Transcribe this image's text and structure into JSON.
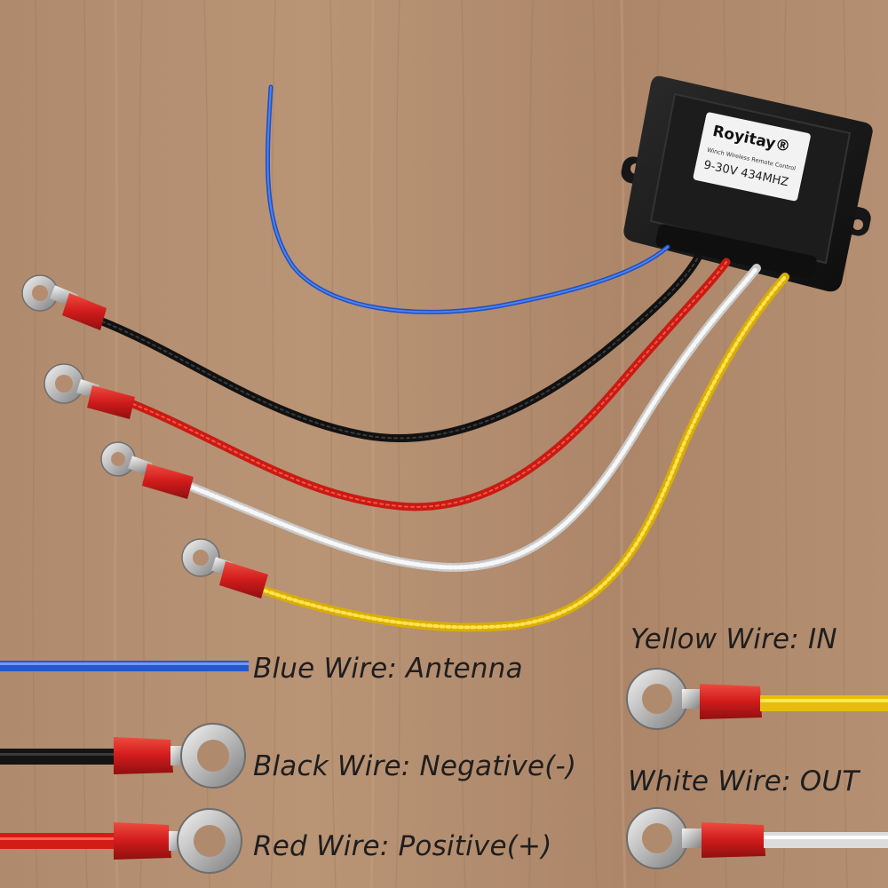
{
  "device": {
    "brand": "Royitay®",
    "subtitle": "Winch Wireless Remote Control",
    "spec": "9-30V 434MHZ"
  },
  "legend": {
    "blue": "Blue Wire: Antenna",
    "black": "Black Wire: Negative(-)",
    "red": "Red Wire: Positive(+)",
    "yellow": "Yellow Wire: IN",
    "white": "White Wire: OUT"
  },
  "colors": {
    "wood": "#b48d70",
    "blue_wire": "#2f62d8",
    "black_wire": "#1a1a1a",
    "red_wire": "#e0261c",
    "white_wire": "#ececec",
    "yellow_wire": "#f2c911",
    "terminal_red": "#d61f1f",
    "device_body": "#151515"
  }
}
